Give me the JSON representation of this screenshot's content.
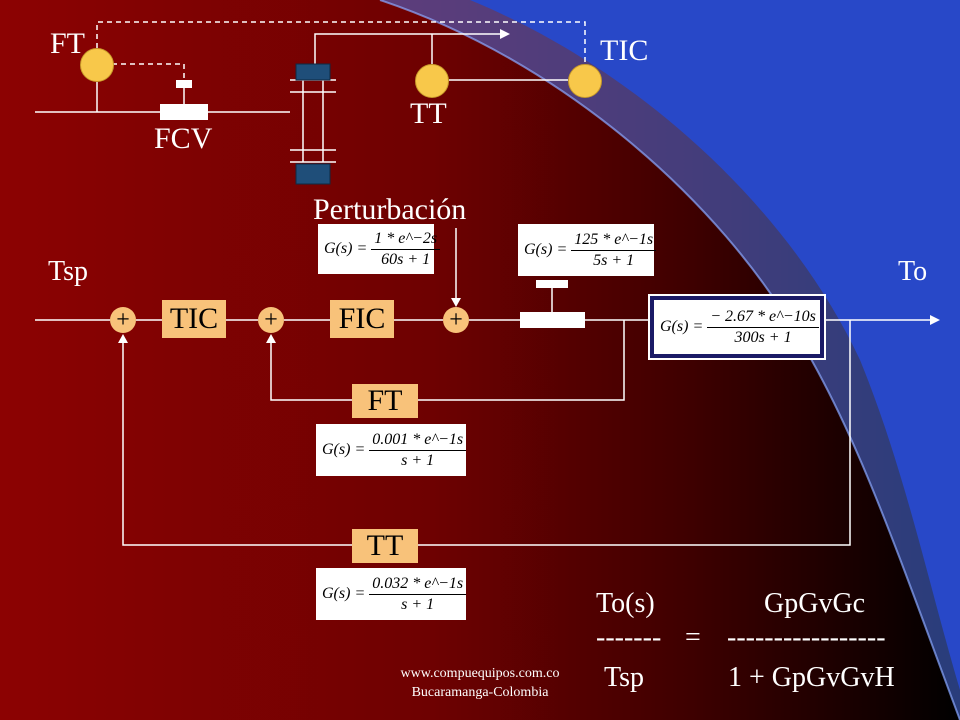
{
  "top_labels": {
    "ft": "FT",
    "tic": "TIC",
    "tt": "TT",
    "fcv": "FCV"
  },
  "block": {
    "perturbacion": "Perturbación",
    "tsp": "Tsp",
    "to": "To",
    "tic": "TIC",
    "fic": "FIC",
    "ft": "FT",
    "tt": "TT",
    "sum_sign": "+"
  },
  "transfer_functions": {
    "lhs": "G(s) =",
    "disturbance": {
      "num": "1 * e^−2s",
      "den": "60s + 1"
    },
    "valve": {
      "num": "125 * e^−1s",
      "den": "5s + 1"
    },
    "process": {
      "num": "− 2.67 * e^−10s",
      "den": "300s + 1"
    },
    "flow_transmitter": {
      "num": "0.001 * e^−1s",
      "den": "s + 1"
    },
    "temp_transmitter": {
      "num": "0.032 * e^−1s",
      "den": "s + 1"
    }
  },
  "formula": {
    "lhs_top": "To(s)",
    "rhs_top": "GpGvGc",
    "lhs_line": "-------",
    "equals": "=",
    "rhs_line": "-----------------",
    "lhs_bottom": "Tsp",
    "rhs_bottom": "1 + GpGvGvH"
  },
  "footer": {
    "line1": "www.compuequipos.com.co",
    "line2": "Bucaramanga-Colombia"
  },
  "colors": {
    "block_fill": "#f8c27a",
    "instrument_fill": "#f8c84a",
    "vessel": "#1f4e79",
    "swoosh": "#2a5cd6"
  }
}
